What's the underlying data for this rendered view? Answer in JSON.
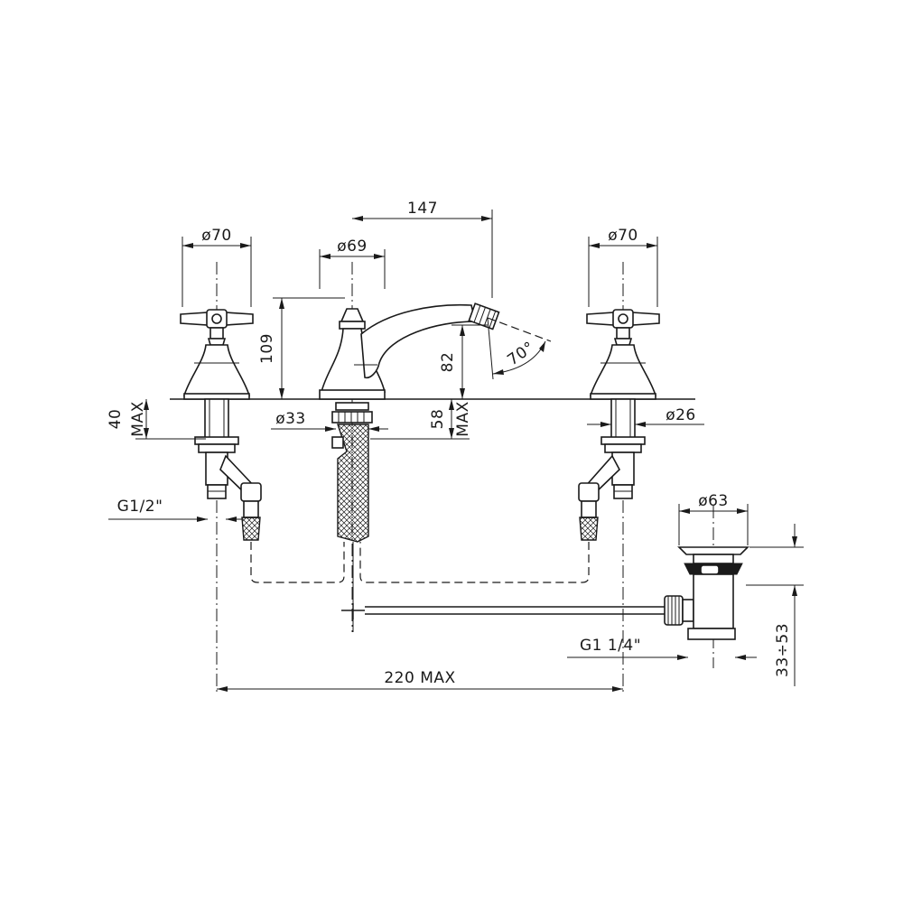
{
  "drawing": {
    "dimensions": {
      "handle_left_diameter": "ø70",
      "spout_base_diameter": "ø69",
      "spout_reach": "147",
      "handle_right_diameter": "ø70",
      "spout_height": "109",
      "outlet_height": "82",
      "swivel_angle": "70°",
      "deck_thickness": "40",
      "deck_thickness_note": "MAX",
      "shank_diameter": "ø33",
      "shank_length": "58",
      "shank_length_note": "MAX",
      "valve_shank_diameter": "ø26",
      "inlet_thread": "G1/2\"",
      "waste_diameter": "ø63",
      "waste_thread": "G1  1/4\"",
      "waste_range": "33÷53",
      "center_spacing": "220  MAX"
    }
  }
}
